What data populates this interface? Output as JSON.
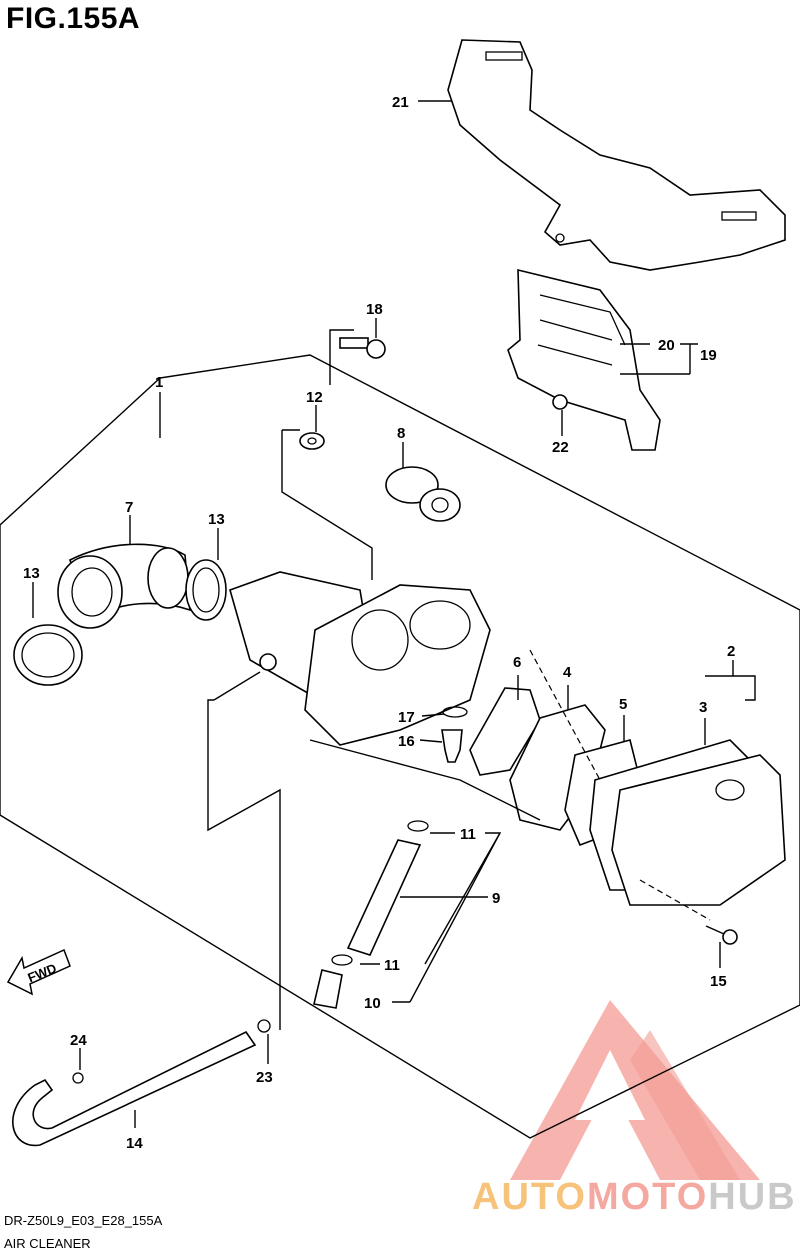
{
  "figure": {
    "title": "FIG.155A",
    "code": "DR-Z50L9_E03_E28_155A",
    "name": "AIR CLEANER"
  },
  "direction_marker": "FWD",
  "watermark": {
    "part_a": "AUTO",
    "part_b": "MOTO",
    "part_c": "HUB"
  },
  "callouts": [
    "1",
    "2",
    "3",
    "4",
    "5",
    "6",
    "7",
    "8",
    "9",
    "10",
    "11",
    "11",
    "12",
    "13",
    "13",
    "14",
    "15",
    "16",
    "17",
    "18",
    "19",
    "20",
    "21",
    "22",
    "23",
    "24"
  ]
}
